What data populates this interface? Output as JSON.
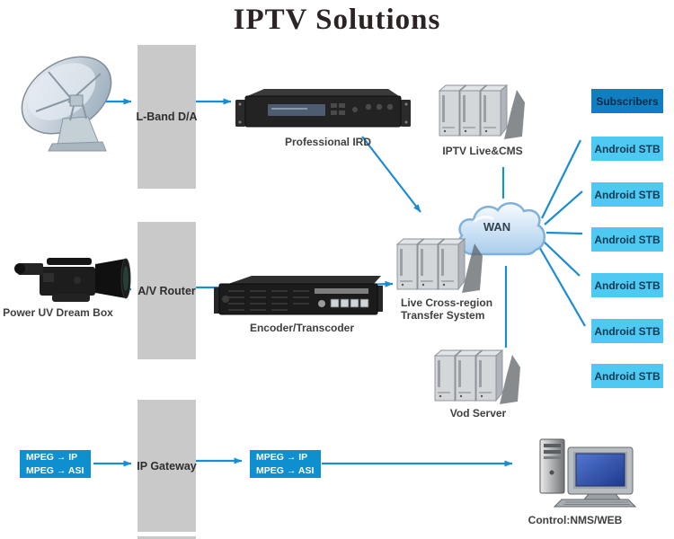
{
  "title": "IPTV Solutions",
  "bars": [
    {
      "label": "L-Band D/A"
    },
    {
      "label": "A/V Router"
    },
    {
      "label": "IP Gateway"
    }
  ],
  "nodes": {
    "satellite": {
      "icon": "satellite-dish-icon"
    },
    "ird": {
      "label": "Professional IRD",
      "icon": "rack-receiver-icon"
    },
    "iptv_cms": {
      "label": "IPTV Live&CMS",
      "icon": "server-stack-icon"
    },
    "wan": {
      "label": "WAN",
      "icon": "cloud-icon"
    },
    "cross_region": {
      "label_line1": "Live Cross-region",
      "label_line2": "Transfer System",
      "icon": "server-stack-icon"
    },
    "vod": {
      "label": "Vod Server",
      "icon": "server-stack-icon"
    },
    "camera": {
      "label": "Power UV Dream Box",
      "icon": "video-camera-icon"
    },
    "encoder": {
      "label": "Encoder/Transcoder",
      "icon": "rack-encoder-icon"
    },
    "control": {
      "label": "Control:NMS/WEB",
      "icon": "desktop-computer-icon"
    }
  },
  "right_column": {
    "subscribers_label": "Subscribers",
    "stb_labels": [
      "Android STB",
      "Android STB",
      "Android STB",
      "Android STB",
      "Android STB",
      "Android STB"
    ]
  },
  "mpeg_boxes": [
    {
      "line1": "MPEG → IP",
      "line2": "MPEG → ASI"
    },
    {
      "line1": "MPEG → IP",
      "line2": "MPEG → ASI"
    }
  ],
  "colors": {
    "arrow": "#1a8cd4",
    "bar_bg": "#c9c9c9",
    "subscribers_bg": "#0f7fc2",
    "stb_bg": "#4ec9f2",
    "mpeg_bg": "#0e8fd0"
  }
}
